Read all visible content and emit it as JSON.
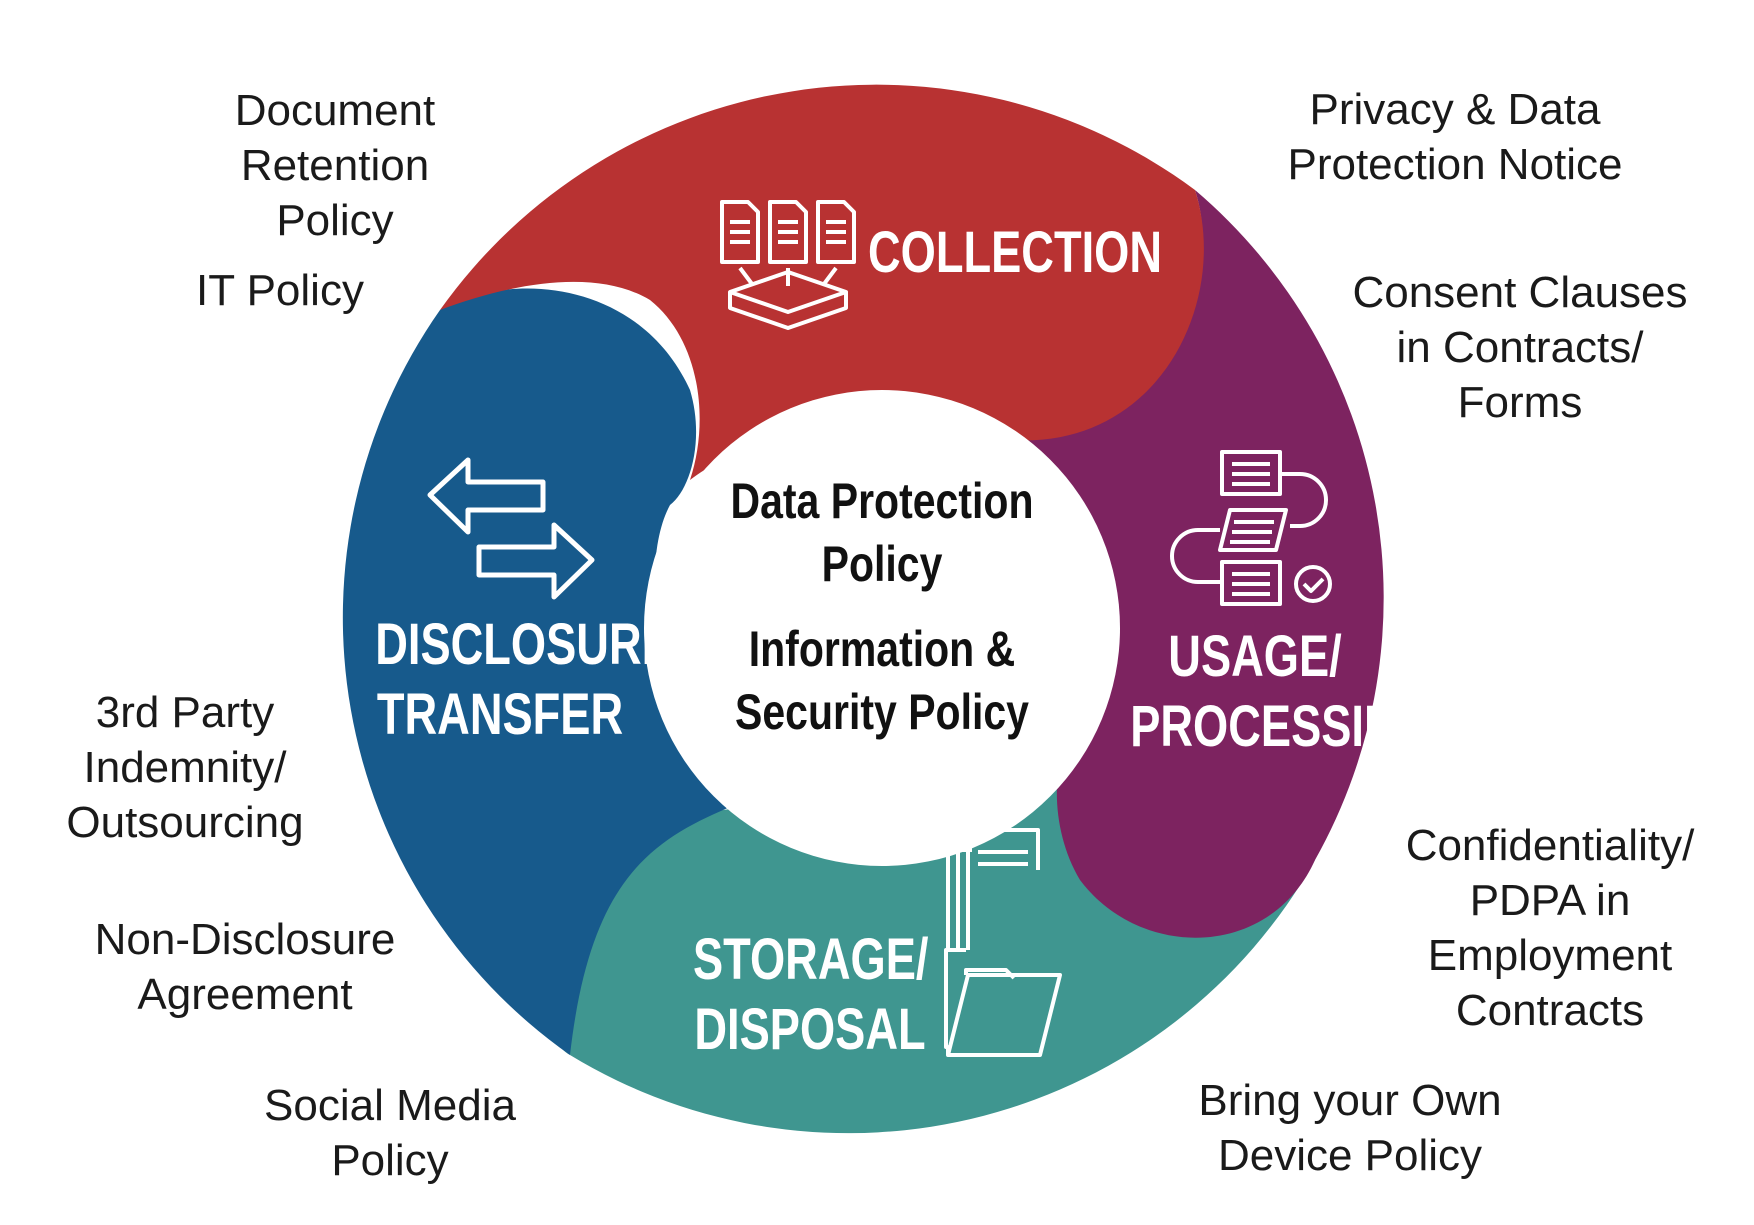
{
  "colors": {
    "collection": "#b83232",
    "usage": "#7d2360",
    "storage": "#3f9690",
    "disclosure": "#175a8c"
  },
  "segments": {
    "collection": {
      "label": [
        "COLLECTION"
      ],
      "icon": "documents-into-tray-icon"
    },
    "usage": {
      "label": [
        "USAGE/",
        "PROCESSING"
      ],
      "icon": "process-flow-icon"
    },
    "storage": {
      "label": [
        "STORAGE/",
        "DISPOSAL"
      ],
      "icon": "open-folder-icon"
    },
    "disclosure": {
      "label": [
        "DISCLOSURE/",
        "TRANSFER"
      ],
      "icon": "transfer-arrows-icon"
    }
  },
  "center": {
    "line1": [
      "Data Protection",
      "Policy"
    ],
    "line2": [
      "Information &",
      "Security Policy"
    ]
  },
  "policies": {
    "top_left": [
      "Document",
      "Retention",
      "Policy"
    ],
    "it_policy": [
      "IT Policy"
    ],
    "top_right": [
      "Privacy & Data",
      "Protection Notice"
    ],
    "consent": [
      "Consent Clauses",
      "in Contracts/",
      "Forms"
    ],
    "third_party": [
      "3rd Party",
      "Indemnity/",
      "Outsourcing"
    ],
    "nda": [
      "Non-Disclosure",
      "Agreement"
    ],
    "social": [
      "Social Media",
      "Policy"
    ],
    "confidentiality": [
      "Confidentiality/",
      "PDPA in",
      "Employment",
      "Contracts"
    ],
    "byod": [
      "Bring your Own",
      "Device Policy"
    ]
  }
}
